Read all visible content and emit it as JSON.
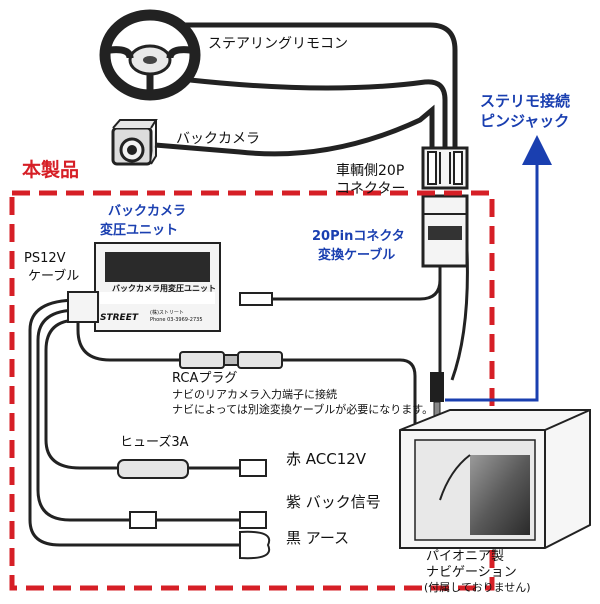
{
  "labels": {
    "steering_remote": "ステアリングリモコン",
    "back_camera": "バックカメラ",
    "product": "本製品",
    "vehicle_connector": [
      "車輌側20P",
      "コネクター"
    ],
    "stereo_jack": [
      "ステリモ接続",
      "ピンジャック"
    ],
    "converter_unit_title": [
      "バックカメラ",
      "変圧ユニット"
    ],
    "pin_cable": [
      "20Pinコネクタ",
      "変換ケーブル"
    ],
    "ps12v_cable": [
      "PS12V",
      "ケーブル"
    ],
    "unit_label": "バックカメラ用変圧ユニット",
    "unit_brand": "STREET",
    "unit_small1": "(株)ストリート",
    "unit_small2": "Phone 03-3969-2735",
    "rca_plug": "RCAプラグ",
    "rca_note1": "ナビのリアカメラ入力端子に接続",
    "rca_note2": "ナビによっては別途変換ケーブルが必要になります。",
    "fuse": "ヒューズ3A",
    "red_acc": "赤  ACC12V",
    "purple_back": "紫  バック信号",
    "black_earth": "黒  アース",
    "navi": [
      "パイオニア製",
      "ナビゲーション",
      "(付属しておりません)"
    ]
  },
  "colors": {
    "accent_red": "#d61f26",
    "accent_blue": "#1a3fb0"
  }
}
